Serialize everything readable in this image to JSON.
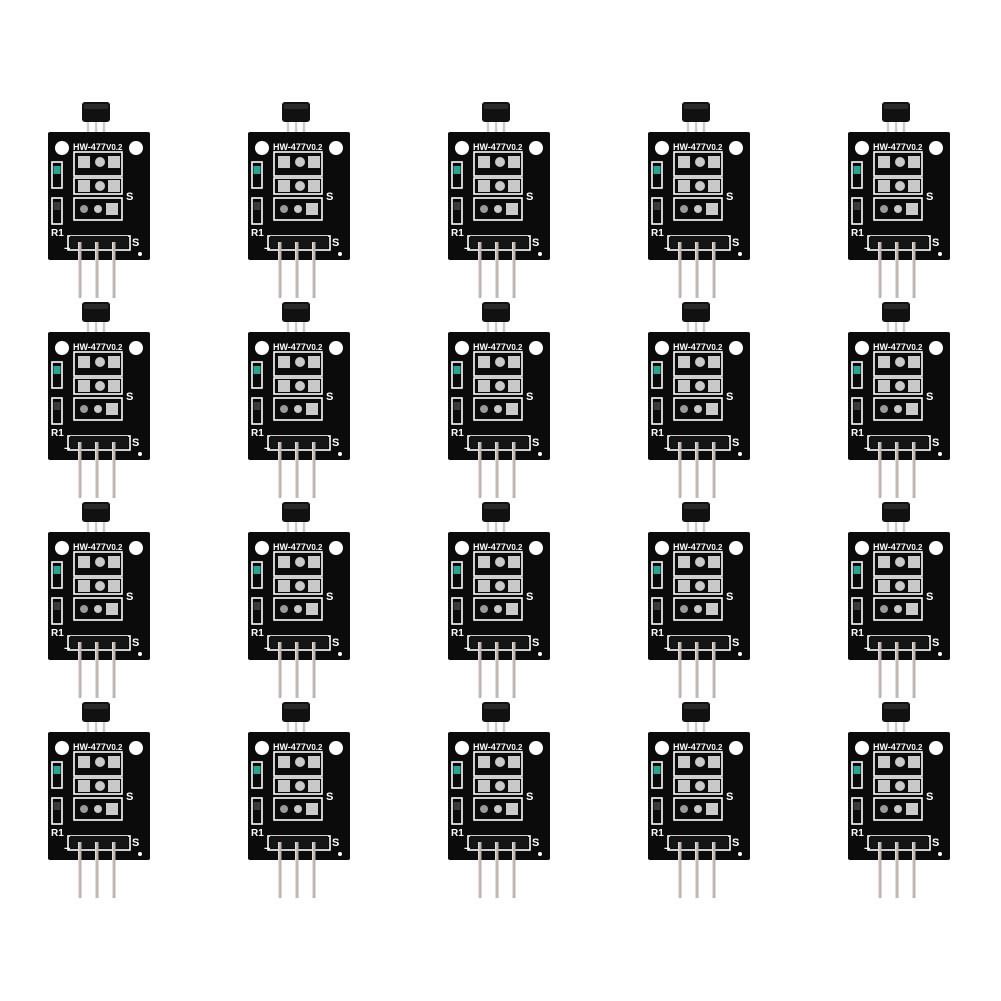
{
  "grid": {
    "rows": 4,
    "columns": 5
  },
  "module": {
    "silkscreen_model": "HW-477",
    "silkscreen_version": "V0.2",
    "silkscreen_signal": "S",
    "silkscreen_resistor": "R1",
    "silkscreen_ground": "−"
  },
  "colors": {
    "background": "#ffffff",
    "pcb": "#0b0b0b",
    "silkscreen": "#ffffff",
    "pad": "#c9c9c9",
    "sensor_body": "#111111",
    "pin_metal": "#b9b2ae",
    "led": "#2aa58f"
  }
}
